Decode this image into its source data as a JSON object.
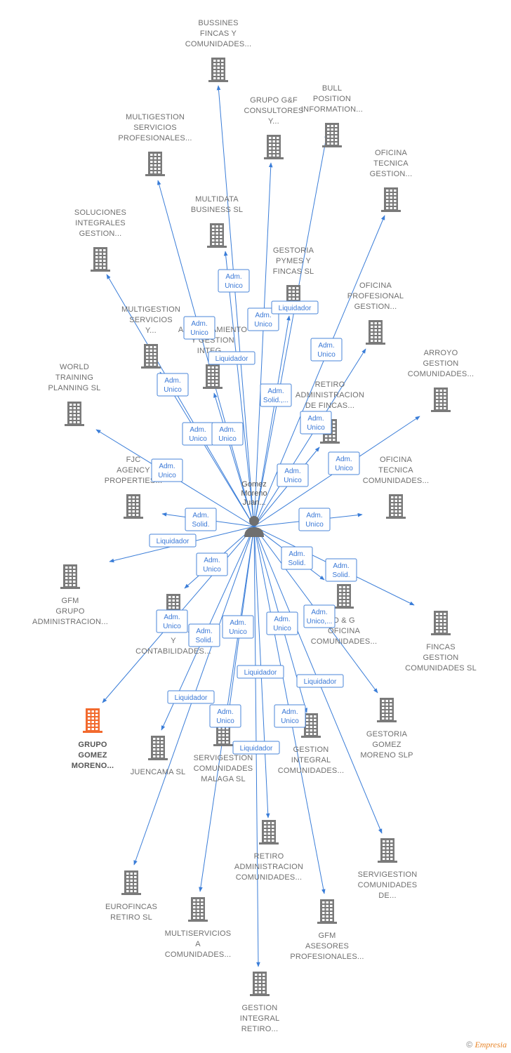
{
  "center": {
    "label": [
      "Gomez",
      "Moreno",
      "Juan..."
    ],
    "icon": "person-icon"
  },
  "colors": {
    "edge": "#3a7dd8",
    "building": "#7a7a7a",
    "highlight": "#f26a2e",
    "badge_border": "#4a86d8",
    "badge_text": "#3a78d6"
  },
  "nodes": [
    {
      "id": "bussines",
      "label": [
        "BUSSINES",
        "FINCAS Y",
        "COMUNIDADES..."
      ]
    },
    {
      "id": "grupo-gf",
      "label": [
        "GRUPO G&F",
        "CONSULTORES",
        "Y..."
      ]
    },
    {
      "id": "bull",
      "label": [
        "BULL",
        "POSITION",
        "INFORMATION..."
      ]
    },
    {
      "id": "multigestion-prof",
      "label": [
        "MULTIGESTION",
        "SERVICIOS",
        "PROFESIONALES..."
      ]
    },
    {
      "id": "oficina-tecnica-g",
      "label": [
        "OFICINA",
        "TECNICA",
        "GESTION..."
      ]
    },
    {
      "id": "multidata",
      "label": [
        "MULTIDATA",
        "BUSINESS SL"
      ]
    },
    {
      "id": "soluciones",
      "label": [
        "SOLUCIONES",
        "INTEGRALES",
        "GESTION..."
      ]
    },
    {
      "id": "gestoria-pymes",
      "label": [
        "GESTORIA",
        "PYMES Y",
        "FINCAS SL"
      ]
    },
    {
      "id": "oficina-prof",
      "label": [
        "OFICINA",
        "PROFESIONAL",
        "GESTION..."
      ]
    },
    {
      "id": "multigestion-y",
      "label": [
        "MULTIGESTION",
        "SERVICIOS",
        "Y..."
      ]
    },
    {
      "id": "asesoramiento",
      "label": [
        "ASESORAMIENTO",
        "Y GESTION",
        "INTEG..."
      ]
    },
    {
      "id": "arroyo",
      "label": [
        "ARROYO",
        "GESTION",
        "COMUNIDADES..."
      ]
    },
    {
      "id": "world",
      "label": [
        "WORLD",
        "TRAINING",
        "PLANNING SL"
      ]
    },
    {
      "id": "retiro-fincas",
      "label": [
        "RETIRO",
        "ADMINISTRACION",
        "DE FINCAS..."
      ]
    },
    {
      "id": "fjc",
      "label": [
        "FJC",
        "AGENCY",
        "PROPERTIES..."
      ]
    },
    {
      "id": "oficina-tecnica-c",
      "label": [
        "OFICINA",
        "TECNICA",
        "COMUNIDADES..."
      ]
    },
    {
      "id": "gfm-grupo",
      "label": [
        "GFM",
        "GRUPO",
        "ADMINISTRACION..."
      ]
    },
    {
      "id": "admin-contab",
      "label": [
        "ADMIN...",
        "Y",
        "CONTABILIDADES..."
      ]
    },
    {
      "id": "og-oficina",
      "label": [
        "O & G",
        "OFICINA",
        "COMUNIDADES..."
      ]
    },
    {
      "id": "fincas-gestion",
      "label": [
        "FINCAS",
        "GESTION",
        "COMUNIDADES SL"
      ]
    },
    {
      "id": "grupo-gomez",
      "label": [
        "GRUPO",
        "GOMEZ",
        "MORENO..."
      ],
      "highlight": true
    },
    {
      "id": "juencama",
      "label": [
        "JUENCAMA  SL"
      ]
    },
    {
      "id": "servigestion-mal",
      "label": [
        "SERVIGESTION",
        "COMUNIDADES",
        "MALAGA  SL"
      ]
    },
    {
      "id": "gestion-integral-c",
      "label": [
        "GESTION",
        "INTEGRAL",
        "COMUNIDADES..."
      ]
    },
    {
      "id": "gestoria-gomez",
      "label": [
        "GESTORIA",
        "GOMEZ",
        "MORENO  SLP"
      ]
    },
    {
      "id": "retiro-admin-c",
      "label": [
        "RETIRO",
        "ADMINISTRACION",
        "COMUNIDADES..."
      ]
    },
    {
      "id": "servigestion-de",
      "label": [
        "SERVIGESTION",
        "COMUNIDADES",
        "DE..."
      ]
    },
    {
      "id": "eurofincas",
      "label": [
        "EUROFINCAS",
        "RETIRO SL"
      ]
    },
    {
      "id": "multiservicios",
      "label": [
        "MULTISERVICIOS",
        "A",
        "COMUNIDADES..."
      ]
    },
    {
      "id": "gfm-asesores",
      "label": [
        "GFM",
        "ASESORES",
        "PROFESIONALES..."
      ]
    },
    {
      "id": "gestion-integral-r",
      "label": [
        "GESTION",
        "INTEGRAL",
        "RETIRO..."
      ]
    }
  ],
  "relations": [
    {
      "id": "b1",
      "label": [
        "Adm.",
        "Unico"
      ]
    },
    {
      "id": "b2",
      "label": [
        "Adm.",
        "Unico"
      ]
    },
    {
      "id": "b3",
      "label": [
        "Liquidador"
      ]
    },
    {
      "id": "b4",
      "label": [
        "Adm.",
        "Unico"
      ]
    },
    {
      "id": "b5",
      "label": [
        "Adm.",
        "Unico"
      ]
    },
    {
      "id": "b6",
      "label": [
        "Liquidador"
      ]
    },
    {
      "id": "b7",
      "label": [
        "Adm.",
        "Unico"
      ]
    },
    {
      "id": "b8",
      "label": [
        "Adm.",
        "Solid.,..."
      ]
    },
    {
      "id": "b9",
      "label": [
        "Adm.",
        "Unico"
      ]
    },
    {
      "id": "b10",
      "label": [
        "Adm.",
        "Unico"
      ]
    },
    {
      "id": "b11",
      "label": [
        "Adm.",
        "Unico"
      ]
    },
    {
      "id": "b12",
      "label": [
        "Adm.",
        "Unico"
      ]
    },
    {
      "id": "b13",
      "label": [
        "Adm.",
        "Unico"
      ]
    },
    {
      "id": "b14",
      "label": [
        "Adm.",
        "Unico"
      ]
    },
    {
      "id": "b15",
      "label": [
        "Adm.",
        "Solid."
      ]
    },
    {
      "id": "b16",
      "label": [
        "Adm.",
        "Unico"
      ]
    },
    {
      "id": "b17",
      "label": [
        "Liquidador"
      ]
    },
    {
      "id": "b18",
      "label": [
        "Adm.",
        "Solid."
      ]
    },
    {
      "id": "b19",
      "label": [
        "Adm.",
        "Solid."
      ]
    },
    {
      "id": "b20",
      "label": [
        "Adm.",
        "Unico"
      ]
    },
    {
      "id": "b21",
      "label": [
        "Adm.",
        "Unico"
      ]
    },
    {
      "id": "b22",
      "label": [
        "Adm.",
        "Unico,..."
      ]
    },
    {
      "id": "b23",
      "label": [
        "Adm.",
        "Solid."
      ]
    },
    {
      "id": "b24",
      "label": [
        "Adm.",
        "Unico"
      ]
    },
    {
      "id": "b25",
      "label": [
        "Adm.",
        "Unico"
      ]
    },
    {
      "id": "b26",
      "label": [
        "Liquidador"
      ]
    },
    {
      "id": "b27",
      "label": [
        "Liquidador"
      ]
    },
    {
      "id": "b28",
      "label": [
        "Liquidador"
      ]
    },
    {
      "id": "b29",
      "label": [
        "Adm.",
        "Unico"
      ]
    },
    {
      "id": "b30",
      "label": [
        "Adm.",
        "Unico"
      ]
    },
    {
      "id": "b31",
      "label": [
        "Liquidador"
      ]
    }
  ],
  "footer": {
    "copyright": "©",
    "brand": "Empresia"
  }
}
